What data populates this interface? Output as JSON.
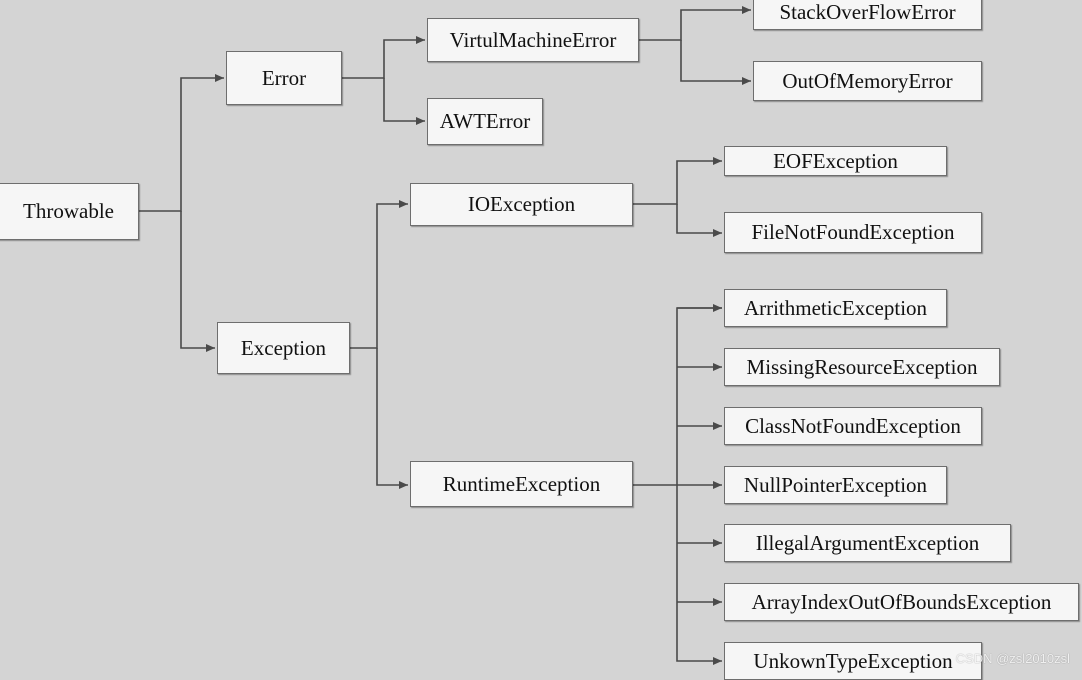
{
  "nodes": {
    "throwable": "Throwable",
    "error": "Error",
    "exception": "Exception",
    "virtual_machine_error": "VirtulMachineError",
    "awt_error": "AWTError",
    "stack_overflow_error": "StackOverFlowError",
    "out_of_memory_error": "OutOfMemoryError",
    "io_exception": "IOException",
    "runtime_exception": "RuntimeException",
    "eof_exception": "EOFException",
    "file_not_found_exception": "FileNotFoundException",
    "arithmetic_exception": "ArrithmeticException",
    "missing_resource_exception": "MissingResourceException",
    "class_not_found_exception": "ClassNotFoundException",
    "null_pointer_exception": "NullPointerException",
    "illegal_argument_exception": "IllegalArgumentException",
    "array_index_out_of_bounds_exception": "ArrayIndexOutOfBoundsException",
    "unknown_type_exception": "UnkownTypeException"
  },
  "watermark": "CSDN @zsl2010zsl",
  "colors": {
    "background": "#d4d4d4",
    "box": "#f6f6f6",
    "line": "#4a4a4a"
  }
}
